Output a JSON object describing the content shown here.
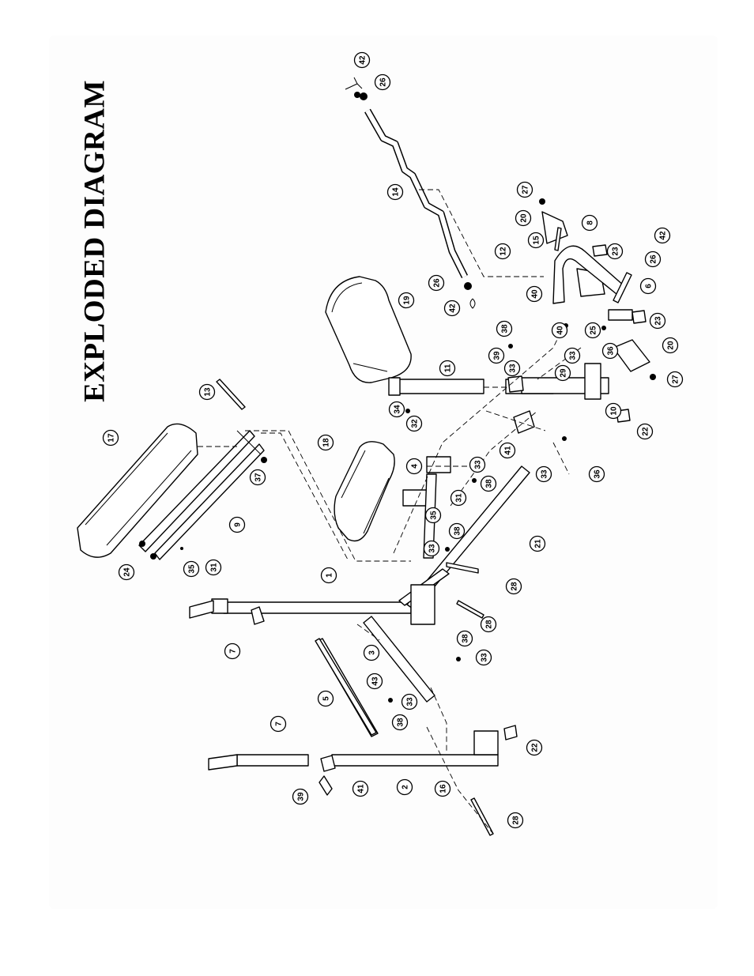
{
  "title": "EXPLODED DIAGRAM",
  "callouts": [
    {
      "id": "c42a",
      "label": "42"
    },
    {
      "id": "c26a",
      "label": "26"
    },
    {
      "id": "c14",
      "label": "14"
    },
    {
      "id": "c27a",
      "label": "27"
    },
    {
      "id": "c20a",
      "label": "20"
    },
    {
      "id": "c8",
      "label": "8"
    },
    {
      "id": "c15",
      "label": "15"
    },
    {
      "id": "c12",
      "label": "12"
    },
    {
      "id": "c23a",
      "label": "23"
    },
    {
      "id": "c42b",
      "label": "42"
    },
    {
      "id": "c26b",
      "label": "26"
    },
    {
      "id": "c6",
      "label": "6"
    },
    {
      "id": "c26c",
      "label": "26"
    },
    {
      "id": "c42c",
      "label": "42"
    },
    {
      "id": "c40a",
      "label": "40"
    },
    {
      "id": "c19",
      "label": "19"
    },
    {
      "id": "c38a",
      "label": "38"
    },
    {
      "id": "c40b",
      "label": "40"
    },
    {
      "id": "c25",
      "label": "25"
    },
    {
      "id": "c23b",
      "label": "23"
    },
    {
      "id": "c20b",
      "label": "20"
    },
    {
      "id": "c27b",
      "label": "27"
    },
    {
      "id": "c36a",
      "label": "36"
    },
    {
      "id": "c33a",
      "label": "33"
    },
    {
      "id": "c39a",
      "label": "39"
    },
    {
      "id": "c33b",
      "label": "33"
    },
    {
      "id": "c29",
      "label": "29"
    },
    {
      "id": "c11",
      "label": "11"
    },
    {
      "id": "c34",
      "label": "34"
    },
    {
      "id": "c32",
      "label": "32"
    },
    {
      "id": "c10",
      "label": "10"
    },
    {
      "id": "c22a",
      "label": "22"
    },
    {
      "id": "c41a",
      "label": "41"
    },
    {
      "id": "c33c",
      "label": "33"
    },
    {
      "id": "c36b",
      "label": "36"
    },
    {
      "id": "c13",
      "label": "13"
    },
    {
      "id": "c17",
      "label": "17"
    },
    {
      "id": "c18",
      "label": "18"
    },
    {
      "id": "c4",
      "label": "4"
    },
    {
      "id": "c33d",
      "label": "33"
    },
    {
      "id": "c38b",
      "label": "38"
    },
    {
      "id": "c31a",
      "label": "31"
    },
    {
      "id": "c35a",
      "label": "35"
    },
    {
      "id": "c38c",
      "label": "38"
    },
    {
      "id": "c33e",
      "label": "33"
    },
    {
      "id": "c21",
      "label": "21"
    },
    {
      "id": "c37",
      "label": "37"
    },
    {
      "id": "c9",
      "label": "9"
    },
    {
      "id": "c24",
      "label": "24"
    },
    {
      "id": "c35b",
      "label": "35"
    },
    {
      "id": "c31b",
      "label": "31"
    },
    {
      "id": "c1",
      "label": "1"
    },
    {
      "id": "c28a",
      "label": "28"
    },
    {
      "id": "c28b",
      "label": "28"
    },
    {
      "id": "c7a",
      "label": "7"
    },
    {
      "id": "c3",
      "label": "3"
    },
    {
      "id": "c38d",
      "label": "38"
    },
    {
      "id": "c33f",
      "label": "33"
    },
    {
      "id": "c43",
      "label": "43"
    },
    {
      "id": "c33g",
      "label": "33"
    },
    {
      "id": "c38e",
      "label": "38"
    },
    {
      "id": "c5",
      "label": "5"
    },
    {
      "id": "c7b",
      "label": "7"
    },
    {
      "id": "c22b",
      "label": "22"
    },
    {
      "id": "c2",
      "label": "2"
    },
    {
      "id": "c16",
      "label": "16"
    },
    {
      "id": "c39b",
      "label": "39"
    },
    {
      "id": "c41b",
      "label": "41"
    },
    {
      "id": "c28c",
      "label": "28"
    }
  ]
}
